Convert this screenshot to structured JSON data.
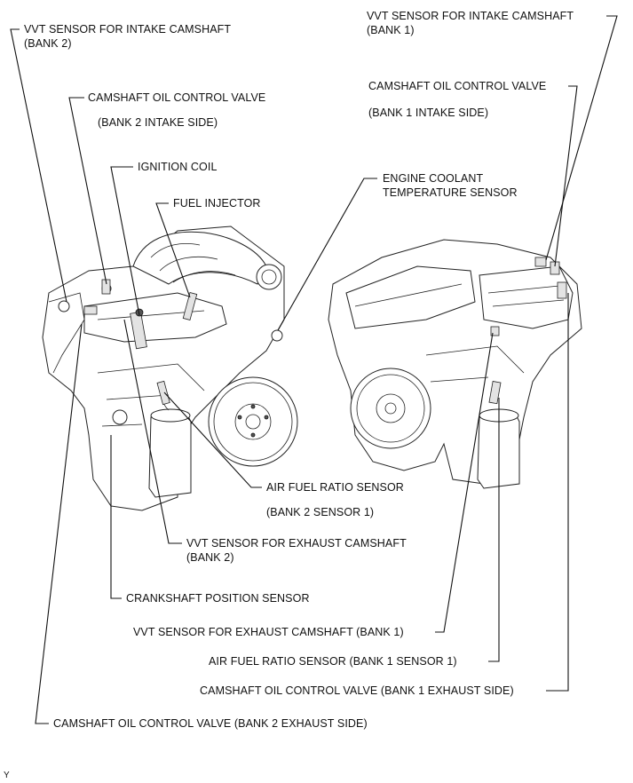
{
  "labels": {
    "vvt_intake_bank2": "VVT SENSOR FOR INTAKE CAMSHAFT\n(BANK 2)",
    "ocv_bank2_intake_1": "CAMSHAFT OIL CONTROL VALVE",
    "ocv_bank2_intake_2": "(BANK 2 INTAKE SIDE)",
    "ignition_coil": "IGNITION COIL",
    "fuel_injector": "FUEL INJECTOR",
    "vvt_intake_bank1": "VVT SENSOR FOR INTAKE CAMSHAFT\n(BANK 1)",
    "ocv_bank1_intake_1": "CAMSHAFT OIL CONTROL VALVE",
    "ocv_bank1_intake_2": "(BANK 1 INTAKE SIDE)",
    "ect_sensor": "ENGINE COOLANT\nTEMPERATURE SENSOR",
    "af_bank2_1": "AIR FUEL RATIO SENSOR",
    "af_bank2_2": "(BANK 2 SENSOR 1)",
    "vvt_exhaust_bank2": "VVT SENSOR FOR EXHAUST CAMSHAFT\n(BANK 2)",
    "crankshaft": "CRANKSHAFT POSITION SENSOR",
    "vvt_exhaust_bank1": "VVT SENSOR FOR EXHAUST CAMSHAFT (BANK 1)",
    "af_bank1": "AIR FUEL RATIO SENSOR (BANK 1 SENSOR 1)",
    "ocv_bank1_exhaust": "CAMSHAFT OIL CONTROL VALVE (BANK 1 EXHAUST SIDE)",
    "ocv_bank2_exhaust": "CAMSHAFT OIL CONTROL VALVE (BANK 2 EXHAUST SIDE)",
    "corner_mark": "Y"
  }
}
